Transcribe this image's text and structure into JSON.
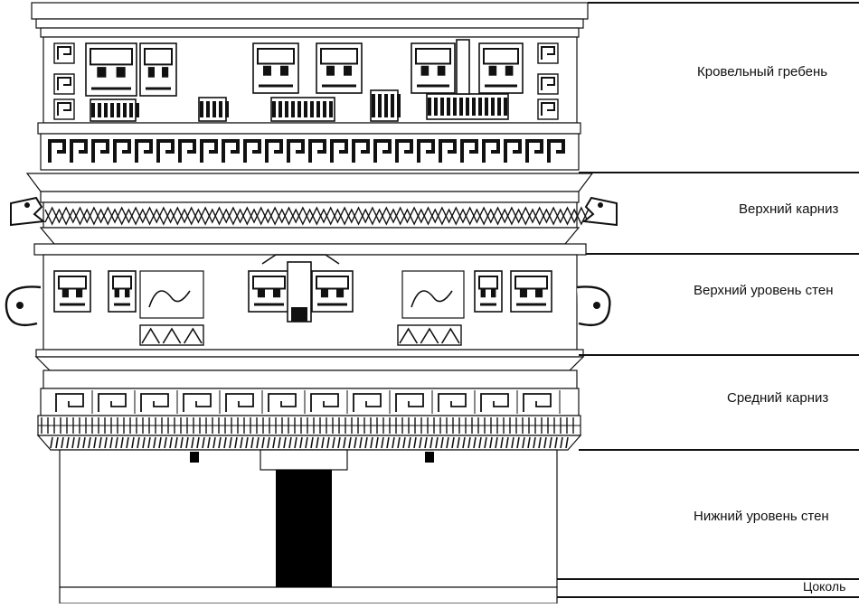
{
  "diagram": {
    "labels": {
      "roof_comb": "Кровельный гребень",
      "upper_cornice": "Верхний карниз",
      "upper_wall": "Верхний уровень стен",
      "middle_cornice": "Средний карниз",
      "lower_wall": "Нижний уровень стен",
      "plinth": "Цоколь"
    },
    "colors": {
      "line": "#111111",
      "background": "#ffffff",
      "door": "#000000"
    }
  }
}
